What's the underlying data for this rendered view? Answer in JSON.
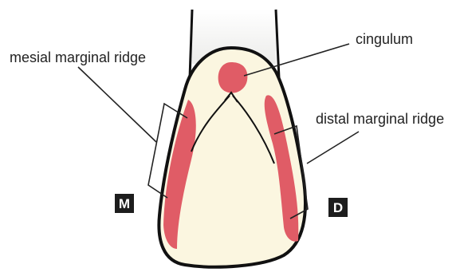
{
  "labels": {
    "cingulum": "cingulum",
    "mesial_ridge": "mesial marginal ridge",
    "distal_ridge": "distal marginal ridge"
  },
  "badges": {
    "mesial": "M",
    "distal": "D"
  },
  "colors": {
    "crown_fill": "#fbf6e0",
    "root_fill": "#f1f1ef",
    "highlight": "#e05c66",
    "outline": "#111111",
    "leader_line": "#222222",
    "badge_bg": "#1d1d1d",
    "badge_text": "#ffffff"
  }
}
